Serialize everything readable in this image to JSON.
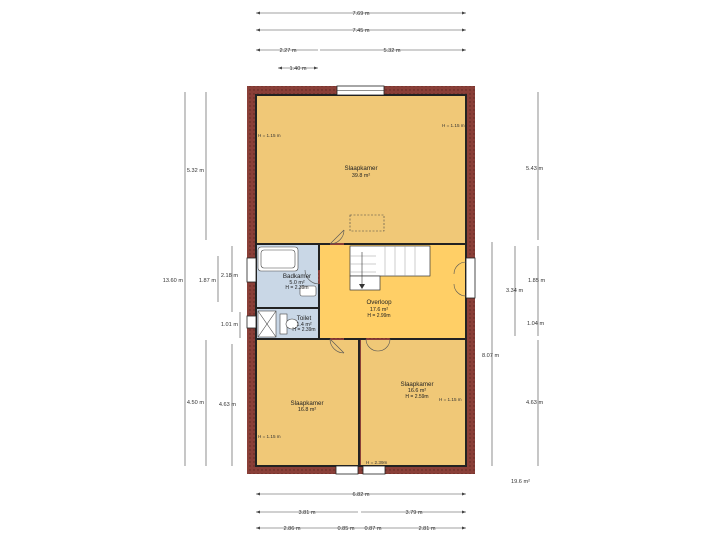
{
  "colors": {
    "roof": "#8a3f38",
    "roof_dot": "#5c2620",
    "wall": "#222222",
    "bedroom": "#f0c877",
    "landing": "#ffcf66",
    "bathroom": "#c9d7e6",
    "toilet": "#c9d7e6"
  },
  "dimensions": {
    "top_total_outer": "7.69 m",
    "top_total_inner": "7.45 m",
    "top_left_segment": "2.27 m",
    "top_right_segment": "5.32 m",
    "top_small_segment": "1.40 m",
    "left_overall": "13.60 m",
    "left_top": "5.32 m",
    "left_mid_outer": "2.18 m",
    "left_mid_inner": "1.87 m",
    "left_toilet": "1.01 m",
    "left_bottom_outer": "4.50 m",
    "left_bottom_inner": "4.63 m",
    "right_top": "5.43 m",
    "right_mid_outer": "3.34 m",
    "right_mid_inner": "1.85 m",
    "right_small": "1.04 m",
    "right_overall": "8.07 m",
    "right_bottom": "4.63 m",
    "bottom_total": "6.82 m",
    "bottom_left": "3.81 m",
    "bottom_right": "3.79 m",
    "bottom_seg_1": "2.86 m",
    "bottom_seg_2": "0.85 m",
    "bottom_seg_3": "0.87 m",
    "bottom_seg_4": "2.81 m"
  },
  "rooms": {
    "top_bedroom": {
      "name": "Slaapkamer",
      "area": "39.8 m²",
      "h_left": "H = 1.15 m",
      "h_right": "H = 1.15 m"
    },
    "bathroom": {
      "name": "Badkamer",
      "area": "5.0 m²",
      "height": "H = 2.39m"
    },
    "landing": {
      "name": "Overloop",
      "area": "17.6 m²",
      "height": "H = 2.99m"
    },
    "toilet": {
      "name": "Toilet",
      "area": "1.4 m²",
      "height": "H = 2.39m"
    },
    "bottom_left_bedroom": {
      "name": "Slaapkamer",
      "area": "16.8 m²",
      "h_note": "H = 1.15 m"
    },
    "bottom_right_bedroom": {
      "name": "Slaapkamer",
      "area": "16.6 m²",
      "height": "H = 2.59m",
      "h_note": "H = 1.15 m",
      "h_bottom": "H = 2.39m"
    }
  },
  "extra_area": "19.6 m²"
}
